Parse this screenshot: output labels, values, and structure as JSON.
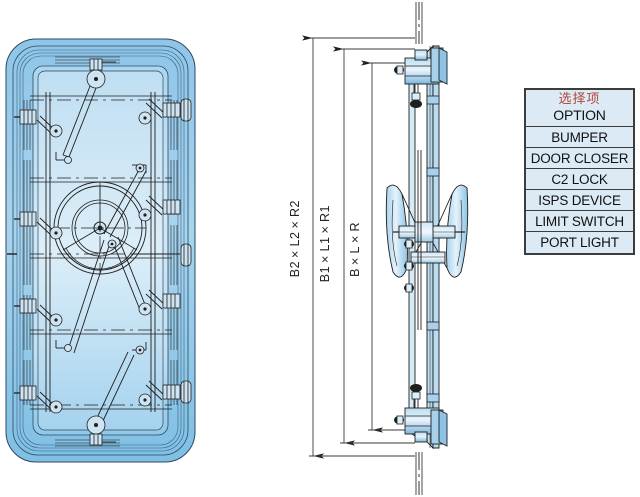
{
  "drawing": {
    "title_present": false,
    "views": [
      {
        "name": "front-view",
        "label": "door front view"
      },
      {
        "name": "side-view",
        "label": "door side section view"
      }
    ]
  },
  "dimensions": {
    "outer": "B2×L2×R2",
    "middle": "B1×L1×R1",
    "inner": "B×L×R"
  },
  "option_table": {
    "header": {
      "cn": "选择项",
      "en": "OPTION"
    },
    "rows": [
      "BUMPER",
      "DOOR CLOSER",
      "C2 LOCK",
      "ISPS DEVICE",
      "LIMIT SWITCH",
      "PORT LIGHT"
    ]
  },
  "colors": {
    "panel_light": "#cfe3f2",
    "panel_mid": "#9ecdea",
    "panel_dark": "#7fbfe4",
    "line": "#1f1f1f",
    "table_fill": "#dceaf5",
    "table_border": "#3c3c3c",
    "header_cn": "#b0473a",
    "metal_fill": "#aed4ec",
    "metal_light": "#dbecf8"
  }
}
